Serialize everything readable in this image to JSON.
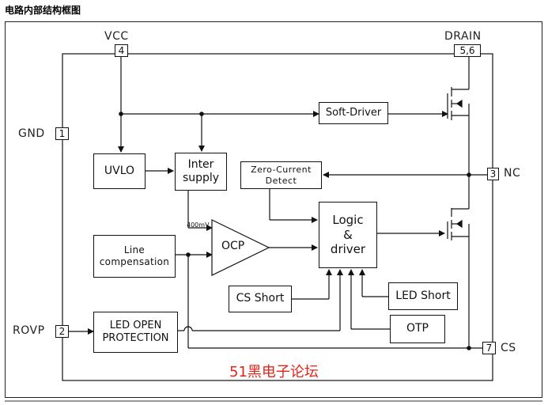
{
  "caption": "电路内部结构框图",
  "pins": {
    "vcc": {
      "label": "VCC",
      "num": "4"
    },
    "drain": {
      "label": "DRAIN",
      "num": "5,6"
    },
    "gnd": {
      "label": "GND",
      "num": "1"
    },
    "nc": {
      "label": "NC",
      "num": "3"
    },
    "rovp": {
      "label": "ROVP",
      "num": "2"
    },
    "cs": {
      "label": "CS",
      "num": "7"
    }
  },
  "blocks": {
    "soft_driver": "Soft-Driver",
    "uvlo": "UVLO",
    "inter_supply": "Inter\nsupply",
    "zero_current": "Zero-Current\nDetect",
    "logic": "Logic\n&\ndriver",
    "line_comp": "Line\ncompensation",
    "ocp": "OCP",
    "cs_short": "CS Short",
    "led_short": "LED Short",
    "led_open": "LED OPEN\nPROTECTION",
    "otp": "OTP"
  },
  "ref_voltage": "400mV",
  "watermark": "51黑电子论坛"
}
